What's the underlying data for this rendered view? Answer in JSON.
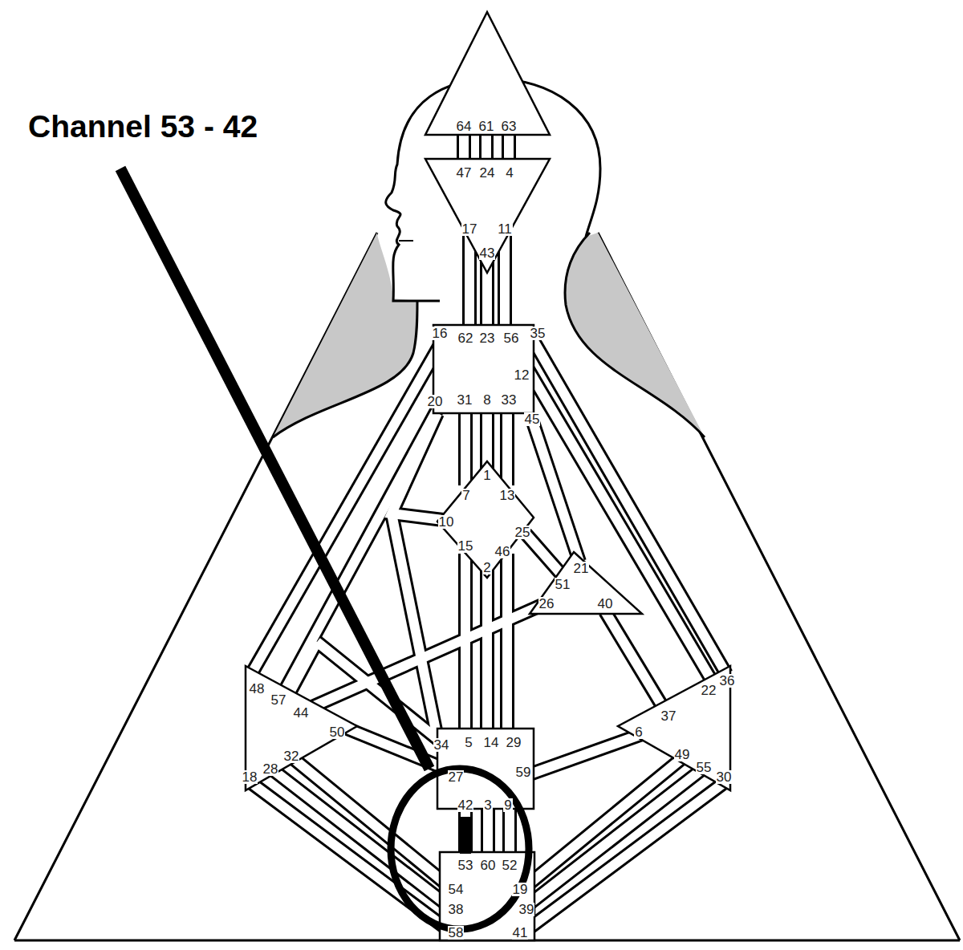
{
  "diagram": {
    "title": "Channel 53 - 42",
    "labels": [
      "64",
      "61",
      "63",
      "47",
      "24",
      "4",
      "17",
      "11",
      "43",
      "16",
      "62",
      "23",
      "56",
      "35",
      "12",
      "20",
      "31",
      "8",
      "33",
      "45",
      "1",
      "7",
      "13",
      "10",
      "15",
      "46",
      "25",
      "2",
      "51",
      "21",
      "26",
      "40",
      "48",
      "57",
      "44",
      "22",
      "36",
      "37",
      "50",
      "34",
      "5",
      "14",
      "29",
      "6",
      "32",
      "28",
      "18",
      "49",
      "55",
      "30",
      "27",
      "59",
      "42",
      "3",
      "9",
      "53",
      "60",
      "52",
      "54",
      "19",
      "38",
      "39",
      "58",
      "41"
    ]
  }
}
